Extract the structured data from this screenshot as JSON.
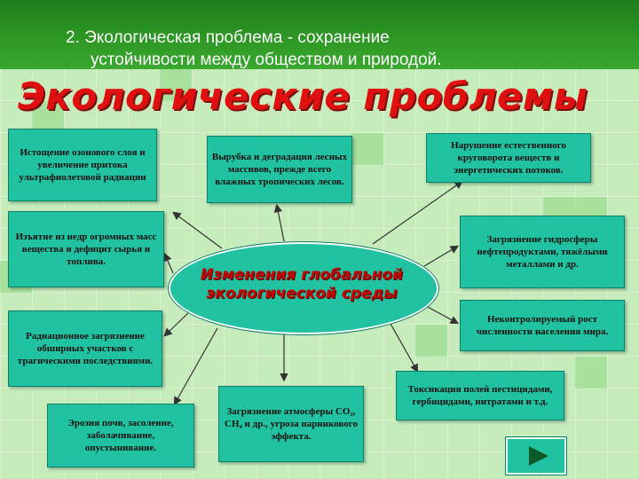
{
  "header": {
    "line1": "2. Экологическая проблема - сохранение",
    "line2": "устойчивости между обществом и природой."
  },
  "title": "Экологические проблемы",
  "center": {
    "line1": "Изменения глобальной",
    "line2": "экологической среды"
  },
  "boxes": {
    "ozone": "Истощение озонового слоя и увеличение притока ультрафиолетовой радиации",
    "deforestation": "Вырубка и деградация лесных массивов, прежде всего влажных тропических лесов.",
    "cycle": "Нарушение естественного круговорота веществ и энергетических потоков.",
    "extraction": "Изъятие из недр огромных масс вещества и дефицит сырья и топлива.",
    "hydrosphere": "Загрязнение гидросферы нефтепродуктами, тяжёлыми металлами и др.",
    "radiation": "Радиационное загрязнение обширных участков с трагическими последствиями.",
    "population": "Неконтролируемый рост численности населения мира.",
    "pesticides": "Токсикация полей пестицидами, гербицидами, нитратами и т.д.",
    "soil": "Эрозия почв, засоление, заболачивание, опустынивание.",
    "atmosphere": "Загрязнение атмосферы CO₂, CH₄ и др., угроза парникового эффекта."
  },
  "colors": {
    "box": "#21c2a1",
    "title": "#e01010",
    "header": "#2e9a25"
  },
  "nav": {
    "icon": "play-next-icon"
  }
}
